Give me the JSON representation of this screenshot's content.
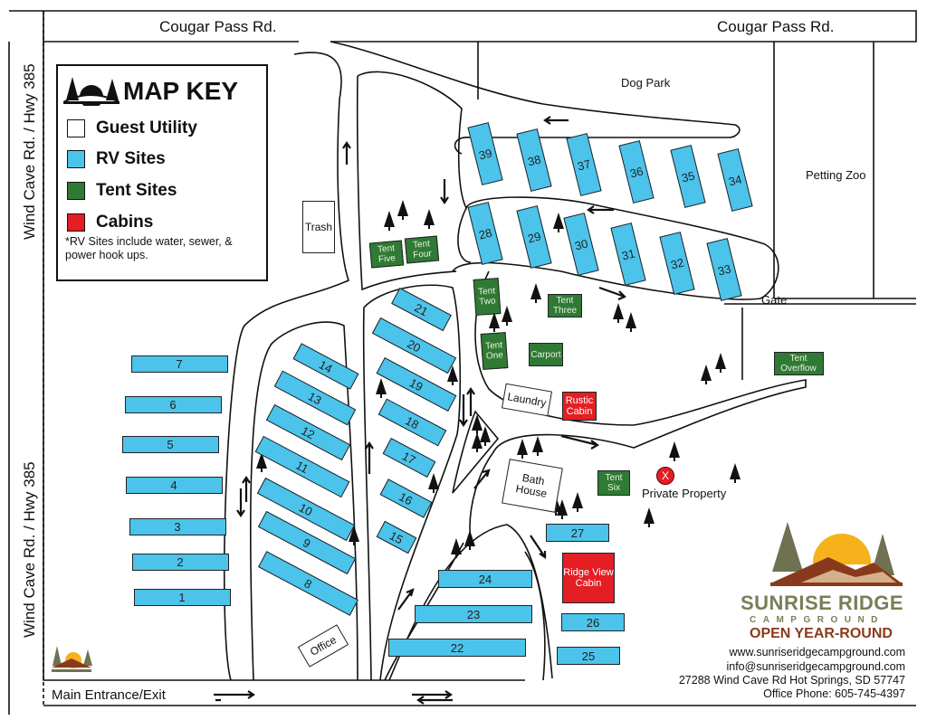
{
  "roads": {
    "top_left": "Cougar Pass Rd.",
    "top_right": "Cougar Pass Rd.",
    "left_top": "Wind Cave Rd. / Hwy 385",
    "left_bottom": "Wind Cave Rd. / Hwy 385",
    "entrance": "Main Entrance/Exit"
  },
  "areas": {
    "dog_park": "Dog Park",
    "petting_zoo": "Petting Zoo",
    "gate": "Gate",
    "private_property": "Private Property",
    "private_property_icon": "X"
  },
  "map_key": {
    "title": "MAP KEY",
    "items": [
      {
        "label": "Guest Utility",
        "color": "#ffffff"
      },
      {
        "label": "RV Sites",
        "color": "#4cc3ea"
      },
      {
        "label": "Tent Sites",
        "color": "#2f7a34"
      },
      {
        "label": "Cabins",
        "color": "#e31e24"
      }
    ],
    "note": "*RV Sites include water, sewer, & power hook ups."
  },
  "sites": [
    {
      "id": "rv1",
      "type": "rv",
      "label": "1"
    },
    {
      "id": "rv2",
      "type": "rv",
      "label": "2"
    },
    {
      "id": "rv3",
      "type": "rv",
      "label": "3"
    },
    {
      "id": "rv4",
      "type": "rv",
      "label": "4"
    },
    {
      "id": "rv5",
      "type": "rv",
      "label": "5"
    },
    {
      "id": "rv6",
      "type": "rv",
      "label": "6"
    },
    {
      "id": "rv7",
      "type": "rv",
      "label": "7"
    },
    {
      "id": "rv8",
      "type": "rv",
      "label": "8"
    },
    {
      "id": "rv9",
      "type": "rv",
      "label": "9"
    },
    {
      "id": "rv10",
      "type": "rv",
      "label": "10"
    },
    {
      "id": "rv11",
      "type": "rv",
      "label": "11"
    },
    {
      "id": "rv12",
      "type": "rv",
      "label": "12"
    },
    {
      "id": "rv13",
      "type": "rv",
      "label": "13"
    },
    {
      "id": "rv14",
      "type": "rv",
      "label": "14"
    },
    {
      "id": "rv15",
      "type": "rv",
      "label": "15"
    },
    {
      "id": "rv16",
      "type": "rv",
      "label": "16"
    },
    {
      "id": "rv17",
      "type": "rv",
      "label": "17"
    },
    {
      "id": "rv18",
      "type": "rv",
      "label": "18"
    },
    {
      "id": "rv19",
      "type": "rv",
      "label": "19"
    },
    {
      "id": "rv20",
      "type": "rv",
      "label": "20"
    },
    {
      "id": "rv21",
      "type": "rv",
      "label": "21"
    },
    {
      "id": "rv22",
      "type": "rv",
      "label": "22"
    },
    {
      "id": "rv23",
      "type": "rv",
      "label": "23"
    },
    {
      "id": "rv24",
      "type": "rv",
      "label": "24"
    },
    {
      "id": "rv25",
      "type": "rv",
      "label": "25"
    },
    {
      "id": "rv26",
      "type": "rv",
      "label": "26"
    },
    {
      "id": "rv27",
      "type": "rv",
      "label": "27"
    },
    {
      "id": "rv28",
      "type": "rv",
      "label": "28"
    },
    {
      "id": "rv29",
      "type": "rv",
      "label": "29"
    },
    {
      "id": "rv30",
      "type": "rv",
      "label": "30"
    },
    {
      "id": "rv31",
      "type": "rv",
      "label": "31"
    },
    {
      "id": "rv32",
      "type": "rv",
      "label": "32"
    },
    {
      "id": "rv33",
      "type": "rv",
      "label": "33"
    },
    {
      "id": "rv34",
      "type": "rv",
      "label": "34"
    },
    {
      "id": "rv35",
      "type": "rv",
      "label": "35"
    },
    {
      "id": "rv36",
      "type": "rv",
      "label": "36"
    },
    {
      "id": "rv37",
      "type": "rv",
      "label": "37"
    },
    {
      "id": "rv38",
      "type": "rv",
      "label": "38"
    },
    {
      "id": "rv39",
      "type": "rv",
      "label": "39"
    },
    {
      "id": "tent1",
      "type": "tent",
      "label": "Tent One"
    },
    {
      "id": "tent2",
      "type": "tent",
      "label": "Tent Two"
    },
    {
      "id": "tent3",
      "type": "tent",
      "label": "Tent Three"
    },
    {
      "id": "tent4",
      "type": "tent",
      "label": "Tent Four"
    },
    {
      "id": "tent5",
      "type": "tent",
      "label": "Tent Five"
    },
    {
      "id": "tent6",
      "type": "tent",
      "label": "Tent Six"
    },
    {
      "id": "tentover",
      "type": "tent",
      "label": "Tent Overflow"
    },
    {
      "id": "carport",
      "type": "tent",
      "label": "Carport"
    },
    {
      "id": "rustic",
      "type": "cabin",
      "label": "Rustic Cabin"
    },
    {
      "id": "ridge",
      "type": "cabin",
      "label": "Ridge View Cabin"
    },
    {
      "id": "trash",
      "type": "util",
      "label": "Trash"
    },
    {
      "id": "laundry",
      "type": "util",
      "label": "Laundry"
    },
    {
      "id": "bath",
      "type": "util",
      "label": "Bath House"
    },
    {
      "id": "office",
      "type": "util",
      "label": "Office"
    }
  ],
  "brand": {
    "name": "SUNRISE RIDGE",
    "sub": "CAMPGROUND",
    "tagline": "OPEN YEAR-ROUND",
    "website": "www.sunriseridgecampground.com",
    "email": "info@sunriseridgecampground.com",
    "address": "27288 Wind Cave Rd Hot Springs, SD 57747",
    "phone": "Office Phone: 605-745-4397",
    "colors": {
      "green": "#7b7d57",
      "brown": "#8a3a1c",
      "sun": "#f5b21a"
    }
  }
}
